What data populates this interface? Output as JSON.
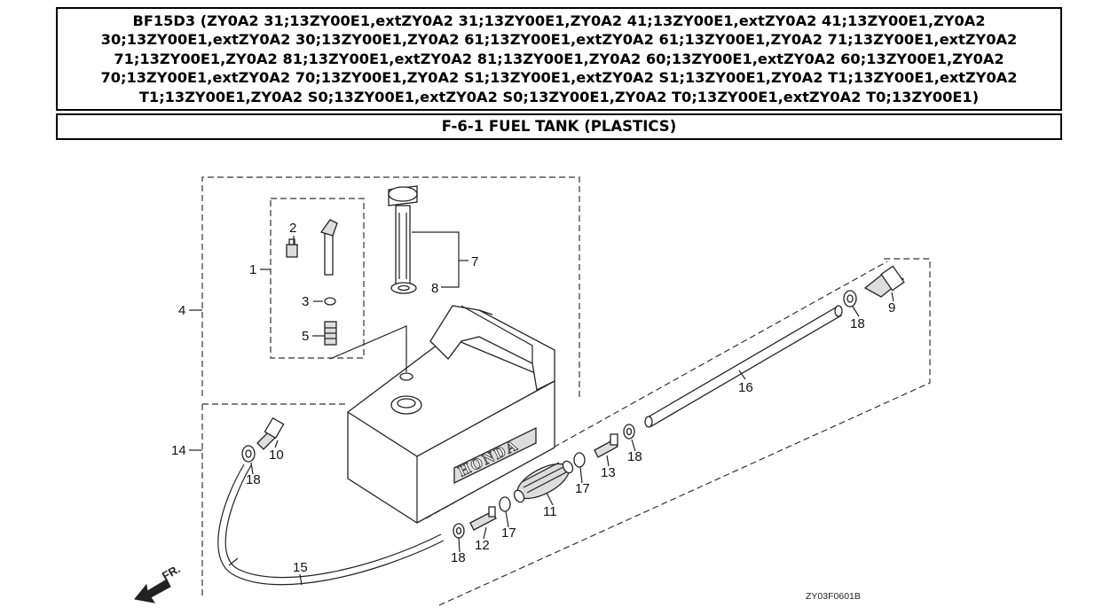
{
  "header": {
    "model_line": "BF15D3 (ZY0A2 31;13ZY00E1,extZY0A2 31;13ZY00E1,ZY0A2 41;13ZY00E1,extZY0A2 41;13ZY00E1,ZY0A2 30;13ZY00E1,extZY0A2 30;13ZY00E1,ZY0A2 61;13ZY00E1,extZY0A2 61;13ZY00E1,ZY0A2 71;13ZY00E1,extZY0A2 71;13ZY00E1,ZY0A2 81;13ZY00E1,extZY0A2 81;13ZY00E1,ZY0A2 60;13ZY00E1,extZY0A2 60;13ZY00E1,ZY0A2 70;13ZY00E1,extZY0A2 70;13ZY00E1,ZY0A2 S1;13ZY00E1,extZY0A2 S1;13ZY00E1,ZY0A2 T1;13ZY00E1,extZY0A2 T1;13ZY00E1,ZY0A2 S0;13ZY00E1,extZY0A2 S0;13ZY00E1,ZY0A2 T0;13ZY00E1,extZY0A2 T0;13ZY00E1)",
    "section_title": "F-6-1 FUEL TANK (PLASTICS)"
  },
  "diagram": {
    "callouts": {
      "c1": "1",
      "c2": "2",
      "c3": "3",
      "c4": "4",
      "c5": "5",
      "c6": "7",
      "c7": "8",
      "c8": "9",
      "c9": "10",
      "c10": "11",
      "c11": "12",
      "c12": "13",
      "c13": "14",
      "c14": "15",
      "c15": "16",
      "c16": "17",
      "c17": "17",
      "c18": "18",
      "c19": "18",
      "c20": "18",
      "c21": "18"
    },
    "brand_text": "HONDA",
    "direction_label": "FR.",
    "drawing_code": "ZY03F0601B"
  }
}
